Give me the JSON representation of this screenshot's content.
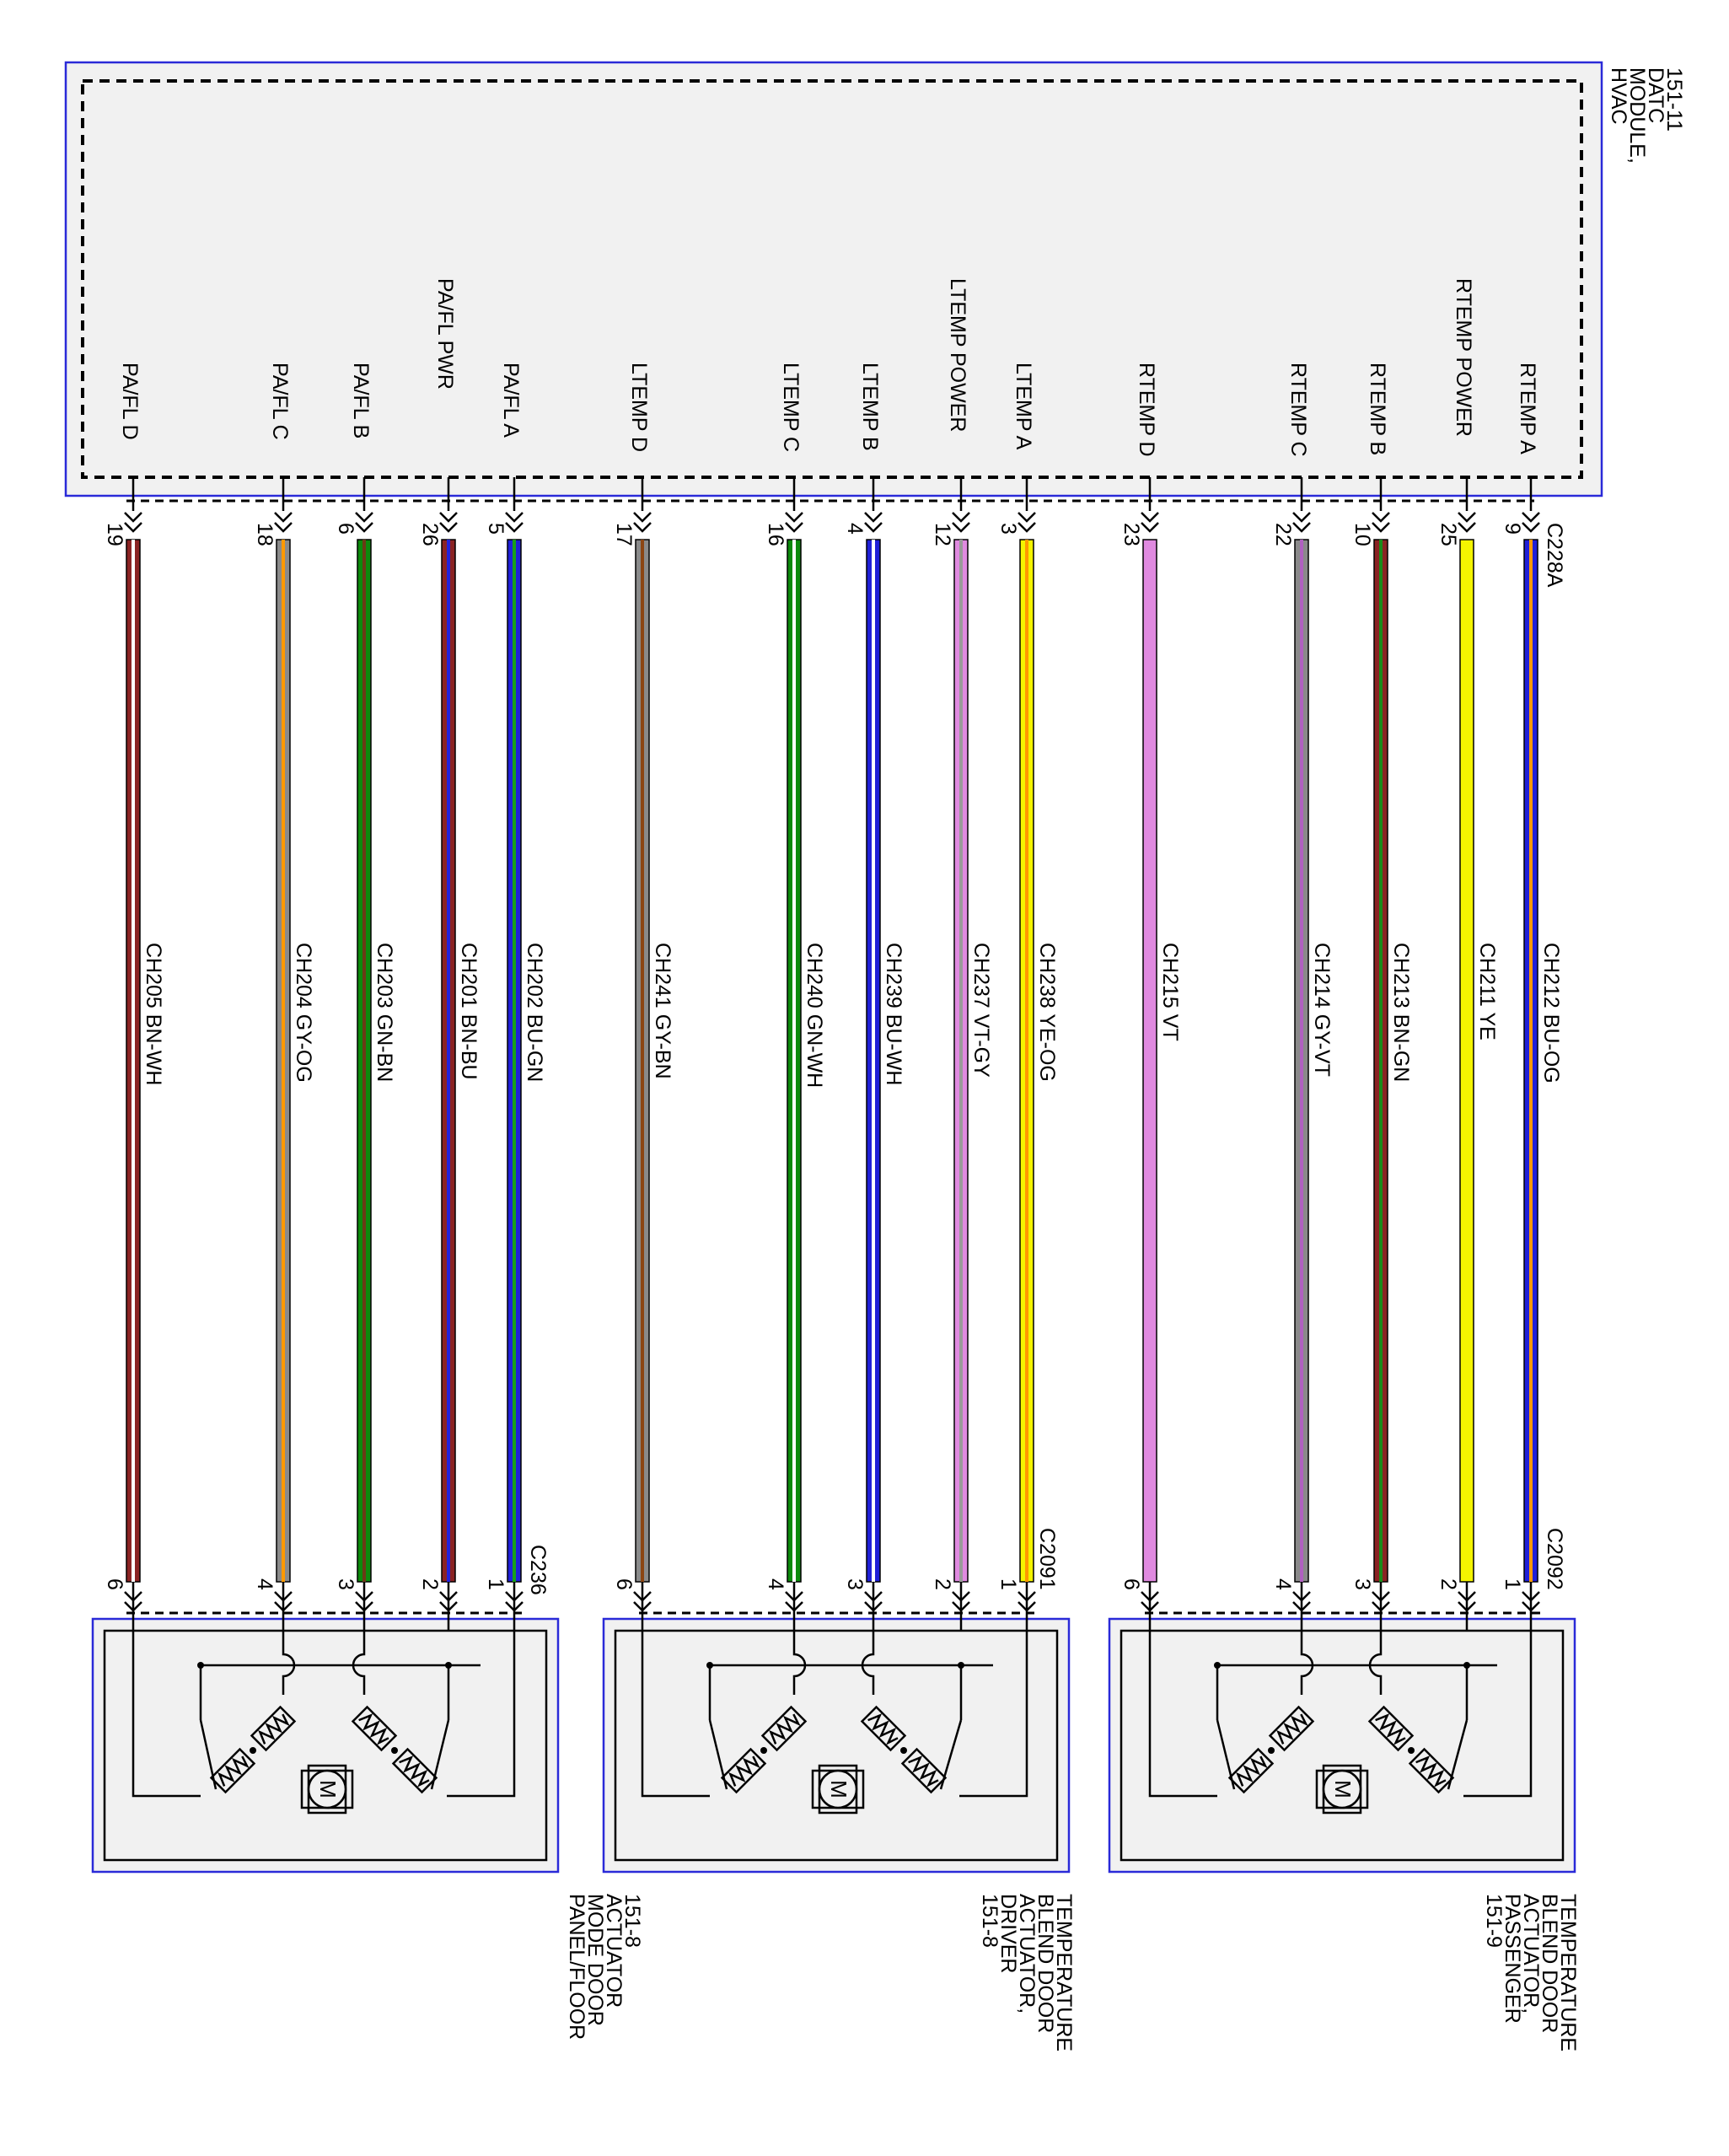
{
  "hvac_module": {
    "title_lines": [
      "HVAC",
      "MODULE,",
      "DATC",
      "151-11"
    ],
    "connector": "C228A",
    "pins": [
      {
        "label": "PA/FL D",
        "pin": "19"
      },
      {
        "label": "PA/FL C",
        "pin": "18"
      },
      {
        "label": "PA/FL B",
        "pin": "6"
      },
      {
        "label": "PA/FL PWR",
        "pin": "26"
      },
      {
        "label": "PA/FL A",
        "pin": "5"
      },
      {
        "label": "LTEMP D",
        "pin": "17"
      },
      {
        "label": "LTEMP C",
        "pin": "16"
      },
      {
        "label": "LTEMP B",
        "pin": "4"
      },
      {
        "label": "LTEMP POWER",
        "pin": "12"
      },
      {
        "label": "LTEMP A",
        "pin": "3"
      },
      {
        "label": "RTEMP D",
        "pin": "23"
      },
      {
        "label": "RTEMP C",
        "pin": "22"
      },
      {
        "label": "RTEMP B",
        "pin": "10"
      },
      {
        "label": "RTEMP POWER",
        "pin": "25"
      },
      {
        "label": "RTEMP A",
        "pin": "9"
      }
    ]
  },
  "wires": [
    {
      "circuit": "CH205",
      "color_code": "BN-WH",
      "color": "#8B2323",
      "stripe": "#ffffff"
    },
    {
      "circuit": "CH204",
      "color_code": "GY-OG",
      "color": "#8a8a8a",
      "stripe": "#ff9900"
    },
    {
      "circuit": "CH203",
      "color_code": "GN-BN",
      "color": "#0c8a0c",
      "stripe": "#6b3a16"
    },
    {
      "circuit": "CH201",
      "color_code": "BN-BU",
      "color": "#8B2323",
      "stripe": "#2222dd"
    },
    {
      "circuit": "CH202",
      "color_code": "BU-GN",
      "color": "#2020d8",
      "stripe": "#18a018"
    },
    {
      "circuit": "CH241",
      "color_code": "GY-BN",
      "color": "#8a8a8a",
      "stripe": "#8B4513"
    },
    {
      "circuit": "CH240",
      "color_code": "GN-WH",
      "color": "#0c8a0c",
      "stripe": "#ffffff"
    },
    {
      "circuit": "CH239",
      "color_code": "BU-WH",
      "color": "#2020d8",
      "stripe": "#ffffff"
    },
    {
      "circuit": "CH237",
      "color_code": "VT-GY",
      "color": "#e08ae0",
      "stripe": "#9a9a9a"
    },
    {
      "circuit": "CH238",
      "color_code": "YE-OG",
      "color": "#f4f400",
      "stripe": "#ff9900"
    },
    {
      "circuit": "CH215",
      "color_code": "VT",
      "color": "#e08ae0",
      "stripe": ""
    },
    {
      "circuit": "CH214",
      "color_code": "GY-VT",
      "color": "#8a8a8a",
      "stripe": "#b060c0"
    },
    {
      "circuit": "CH213",
      "color_code": "BN-GN",
      "color": "#8B2323",
      "stripe": "#1a8a1a"
    },
    {
      "circuit": "CH211",
      "color_code": "YE",
      "color": "#f4f400",
      "stripe": ""
    },
    {
      "circuit": "CH212",
      "color_code": "BU-OG",
      "color": "#2020d8",
      "stripe": "#ff9900"
    }
  ],
  "actuators": [
    {
      "connector": "C236",
      "pins": [
        "6",
        "4",
        "3",
        "2",
        "1"
      ],
      "title_lines": [
        "PANEL/FLOOR",
        "MODE DOOR",
        "ACTUATOR",
        "151-8"
      ],
      "motor_symbol": "M"
    },
    {
      "connector": "C2091",
      "pins": [
        "6",
        "4",
        "3",
        "2",
        "1"
      ],
      "title_lines": [
        "TEMPERATURE",
        "BLEND DOOR",
        "ACTUATOR,",
        "DRIVER",
        "151-8"
      ],
      "motor_symbol": "M"
    },
    {
      "connector": "C2092",
      "pins": [
        "6",
        "4",
        "3",
        "2",
        "1"
      ],
      "title_lines": [
        "TEMPERATURE",
        "BLEND DOOR",
        "ACTUATOR,",
        "PASSENGER",
        "151-9"
      ],
      "motor_symbol": "M"
    }
  ],
  "colors": {
    "box_border": "#2a2ad8",
    "box_fill": "#f1f1f1"
  }
}
